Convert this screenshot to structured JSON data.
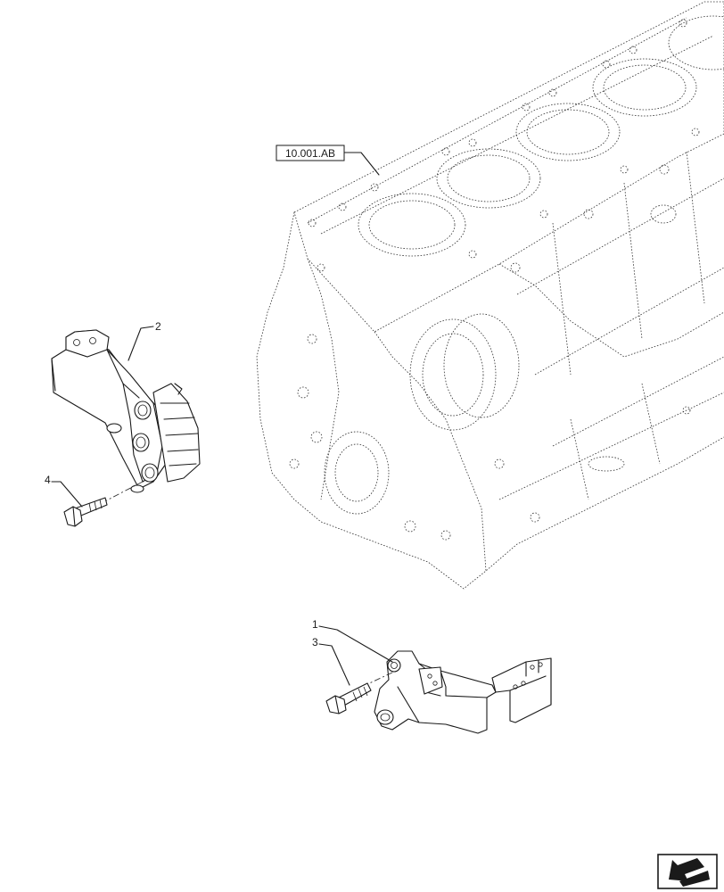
{
  "reference_label": "10.001.AB",
  "callouts": {
    "c1": "1",
    "c2": "2",
    "c3": "3",
    "c4": "4"
  },
  "nav_icon": "next-page-arrow-icon"
}
